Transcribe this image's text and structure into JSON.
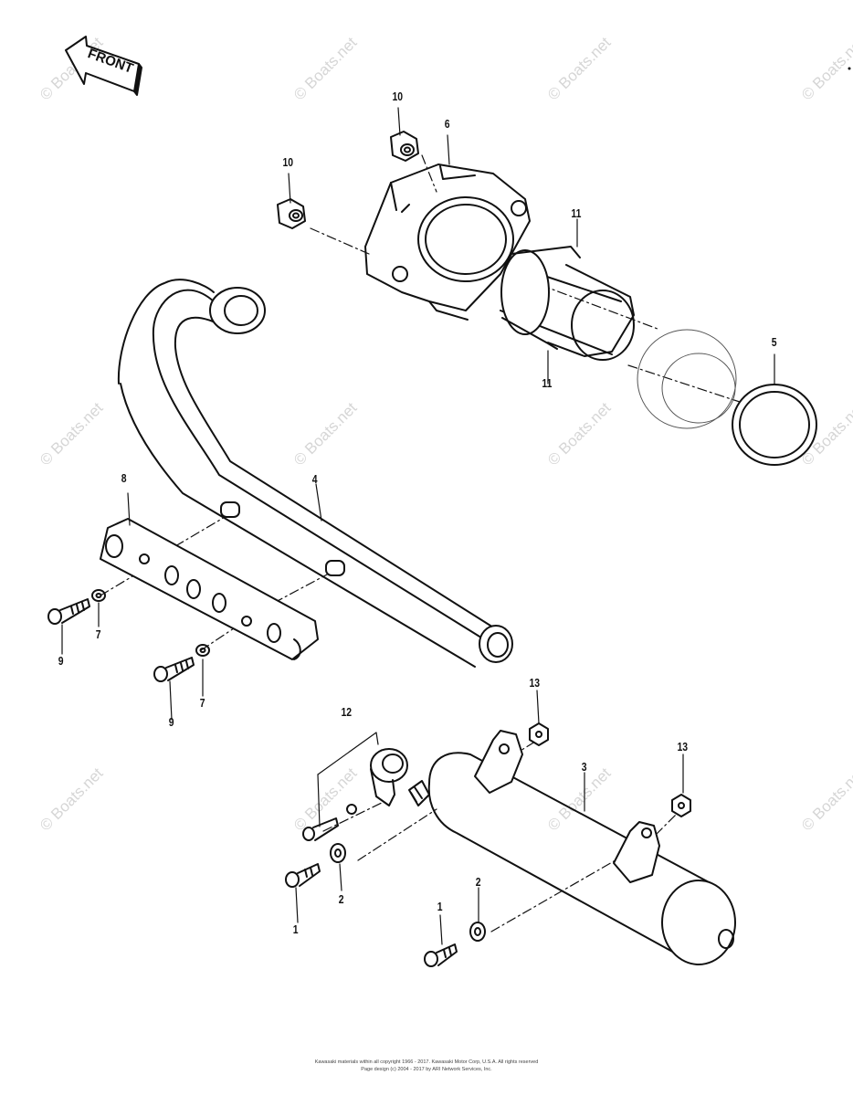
{
  "watermark": {
    "text": "© Boats.net"
  },
  "front_arrow": {
    "label": "FRONT"
  },
  "callouts": {
    "c1a": "1",
    "c1b": "1",
    "c2a": "2",
    "c2b": "2",
    "c3": "3",
    "c4": "4",
    "c5": "5",
    "c6": "6",
    "c7a": "7",
    "c7b": "7",
    "c8": "8",
    "c9a": "9",
    "c9b": "9",
    "c10a": "10",
    "c10b": "10",
    "c11a": "11",
    "c11b": "11",
    "c12": "12",
    "c13a": "13",
    "c13b": "13"
  },
  "footer": {
    "line1": "Kawasaki materials within all copyright 1966 - 2017. Kawasaki Motor Corp, U.S.A. All rights reserved",
    "line2": "Page design (c) 2004 - 2017 by ARI Network Services, Inc."
  }
}
